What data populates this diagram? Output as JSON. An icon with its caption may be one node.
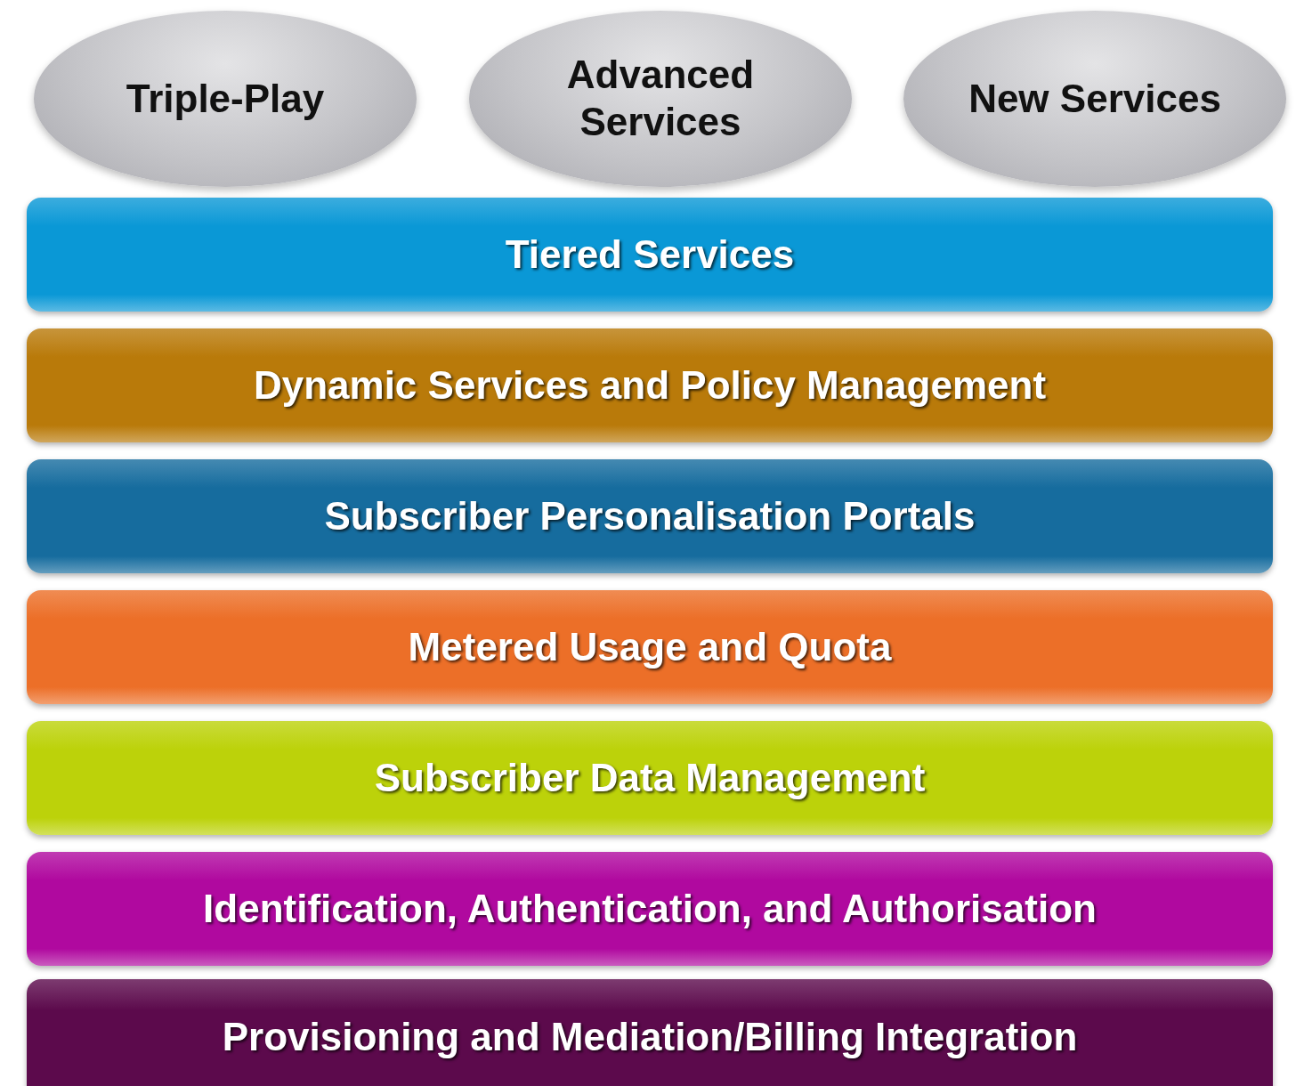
{
  "diagram": {
    "nodes": [
      {
        "text": [
          "Triple-Play"
        ]
      },
      {
        "text": [
          "Advanced Services"
        ]
      },
      {
        "text": [
          "New Services"
        ]
      },
      {
        "text": [
          "Tiered Services"
        ]
      },
      {
        "text": [
          "Dynamic Services and Policy Management"
        ]
      },
      {
        "text": [
          "Subscriber Personalisation Portals"
        ]
      },
      {
        "text": [
          "Metered Usage and Quota"
        ]
      },
      {
        "text": [
          "Subscriber Data Management"
        ]
      },
      {
        "text": [
          "Identification, Authentication, and Authorisation"
        ]
      },
      {
        "text": [
          "Provisioning and Mediation/Billing Integration"
        ]
      }
    ]
  }
}
